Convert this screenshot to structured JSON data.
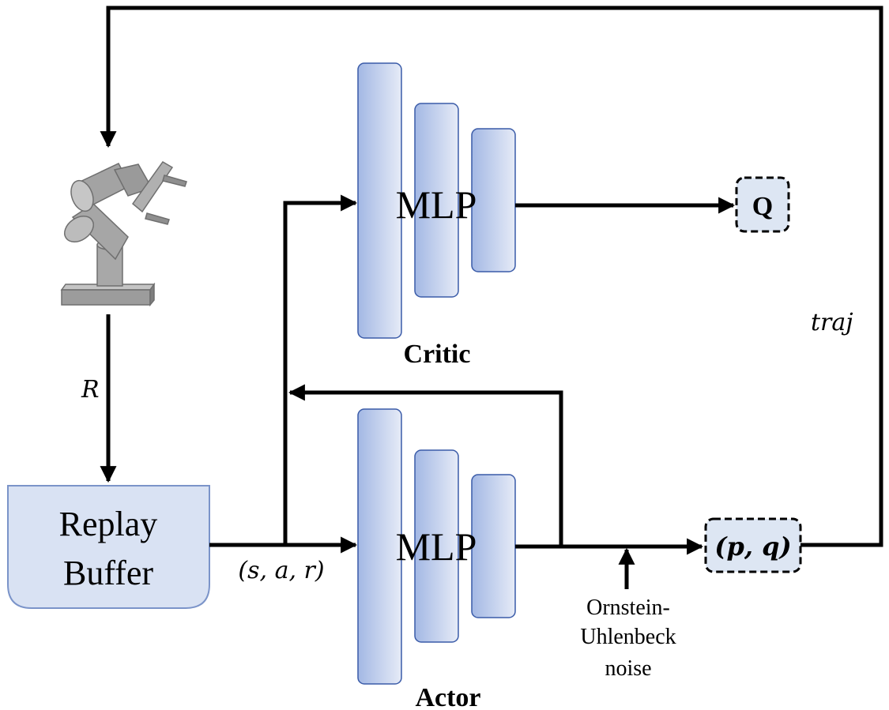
{
  "critic": {
    "mlp_label": "MLP",
    "name": "Critic"
  },
  "actor": {
    "mlp_label": "MLP",
    "name": "Actor"
  },
  "replay_buffer": {
    "line1": "Replay",
    "line2": "Buffer"
  },
  "labels": {
    "reward": "R",
    "transition": "(s, a, r)",
    "trajectory": "traj",
    "q_output": "Q",
    "action_output": "(p, q)",
    "noise_line1": "Ornstein-",
    "noise_line2": "Uhlenbeck",
    "noise_line3": "noise"
  },
  "colors": {
    "layer_fill_start": "#a9bde6",
    "layer_fill_end": "#e3e9f6",
    "layer_stroke": "#3a5ba8",
    "buffer_fill": "#d9e2f3",
    "buffer_stroke": "#7b94c9",
    "output_fill": "#dde6f3",
    "arrow": "#000000",
    "robot": "#9e9e9e"
  }
}
